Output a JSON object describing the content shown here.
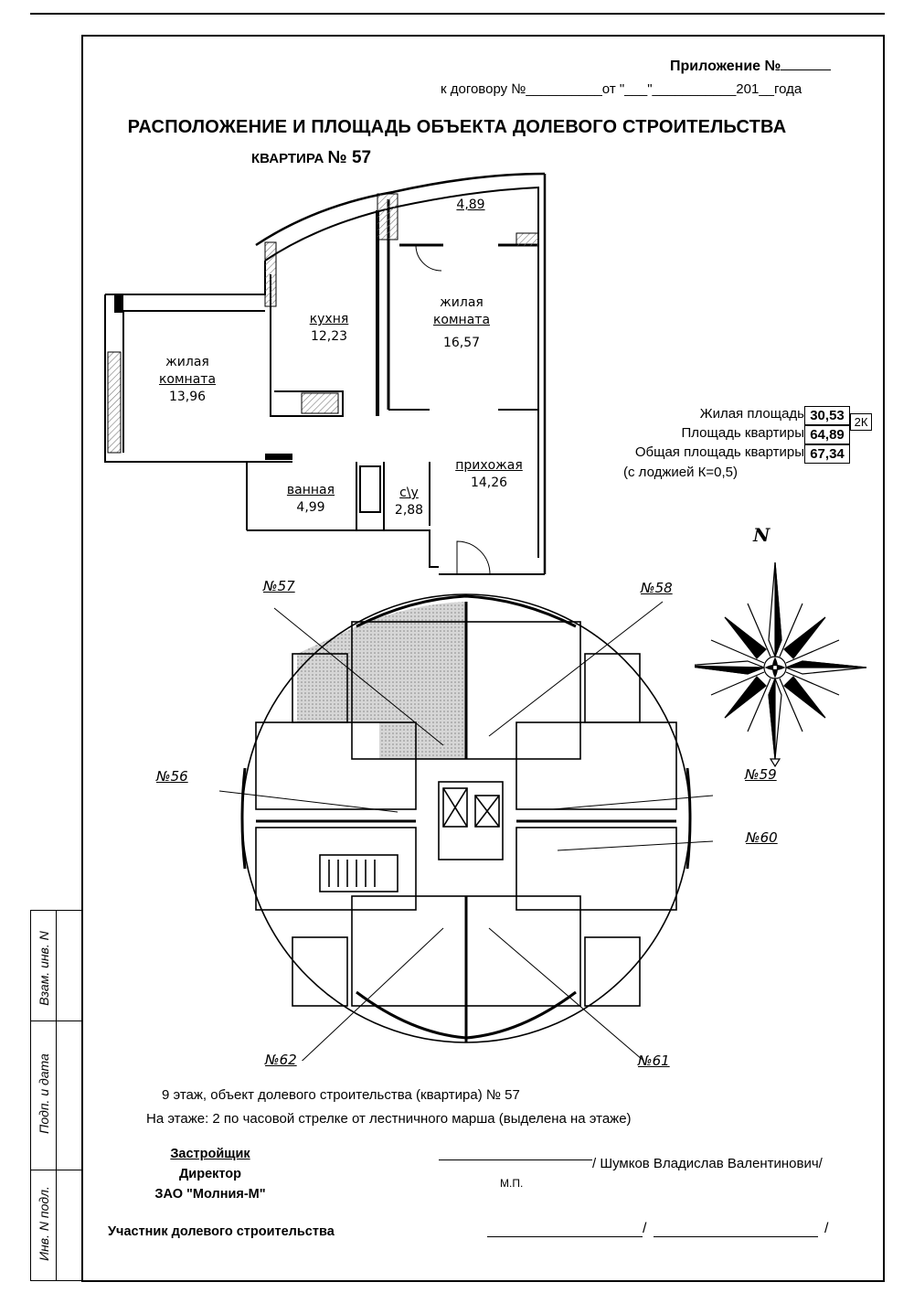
{
  "header": {
    "appendix_label": "Приложение №",
    "contract_line": "к договору №__________от \"___\"___________201__года"
  },
  "title": "РАСПОЛОЖЕНИЕ И ПЛОЩАДЬ ОБЪЕКТА ДОЛЕВОГО СТРОИТЕЛЬСТВА",
  "apartment_label_prefix": "КВАРТИРА",
  "apartment_number": "№ 57",
  "rooms": {
    "balcony": {
      "area": "4,89"
    },
    "kitchen": {
      "name": "кухня",
      "area": "12,23"
    },
    "living2": {
      "name1": "жилая",
      "name2": "комната",
      "area": "16,57"
    },
    "living1": {
      "name1": "жилая",
      "name2": "комната",
      "area": "13,96"
    },
    "bathroom": {
      "name": "ванная",
      "area": "4,99"
    },
    "wc": {
      "name": "с\\у",
      "area": "2,88"
    },
    "hall": {
      "name": "прихожая",
      "area": "14,26"
    }
  },
  "areas": {
    "living_label": "Жилая площадь",
    "living_value": "30,53",
    "type_tag": "2К",
    "apartment_label": "Площадь квартиры",
    "apartment_value": "64,89",
    "total_label": "Общая площадь квартиры",
    "total_value": "67,34",
    "loggia_note": "(с лоджией К=0,5)"
  },
  "compass": {
    "north": "N"
  },
  "callouts": {
    "n57": "№57",
    "n58": "№58",
    "n56": "№56",
    "n59": "№59",
    "n60": "№60",
    "n62": "№62",
    "n61": "№61"
  },
  "floor_info": {
    "line1": "9 этаж, объект долевого строительства (квартира) № 57",
    "line2": "На этаже:  2 по часовой стрелке от лестничного марша (выделена на этаже)"
  },
  "developer": {
    "title": "Застройщик",
    "role": "Директор",
    "company": "ЗАО \"Молния-М\"",
    "signature_name": "/ Шумков Владислав Валентинович/",
    "stamp": "М.П."
  },
  "participant": {
    "label": "Участник долевого строительства",
    "slash1": "/",
    "slash2": "/"
  },
  "stamp_box": {
    "row1": "Взам. инв. N",
    "row2": "Подп. и дата",
    "row3": "Инв. N подл."
  }
}
